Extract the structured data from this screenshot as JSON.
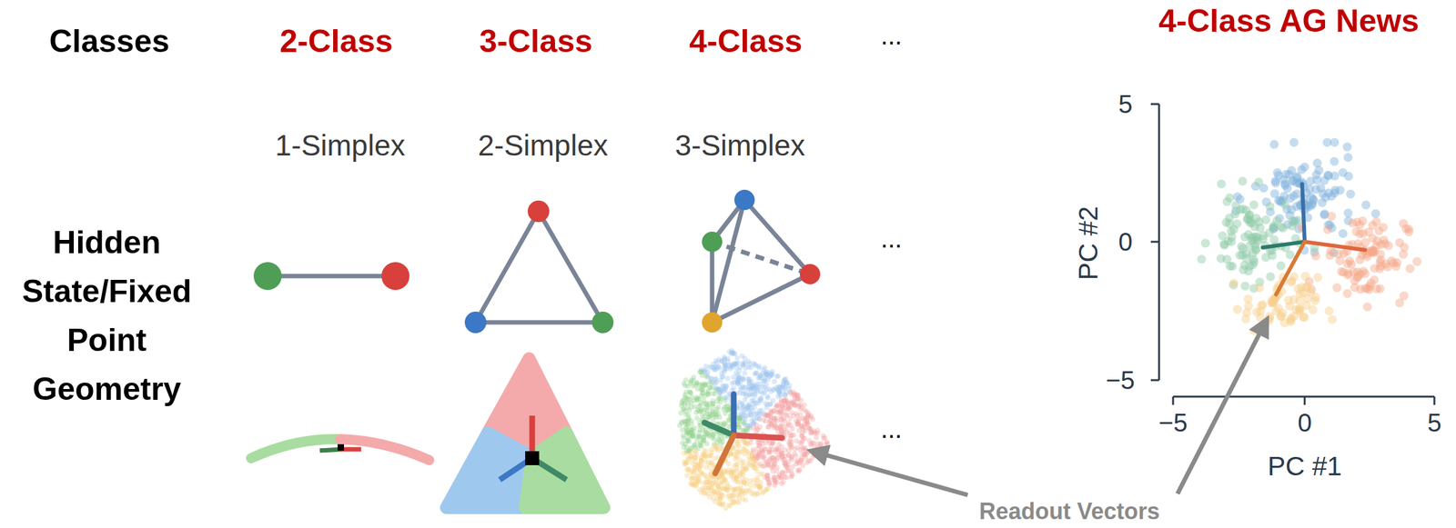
{
  "diagram": {
    "labels": [
      "Classes",
      "2-Class",
      "3-Class",
      "4-Class",
      "...",
      "4-Class AG News",
      "5",
      "1-Simplex",
      "2-Simplex",
      "3-Simplex",
      "Hidden State/Fixed Point Geometry",
      "...",
      "PC #2",
      "0",
      "...",
      "−5",
      "−5",
      "0",
      "5",
      "PC #1",
      "Readout Vectors"
    ]
  }
}
